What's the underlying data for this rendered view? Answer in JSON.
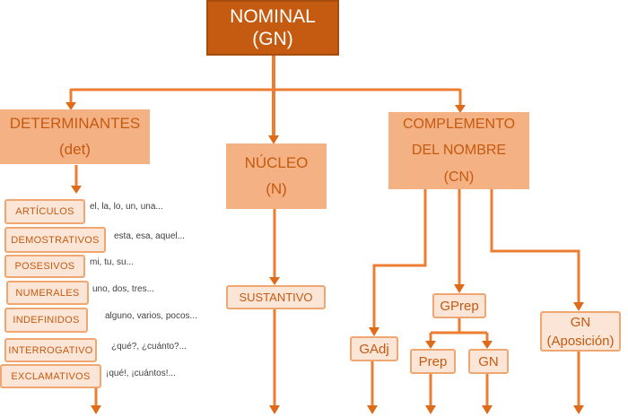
{
  "root": {
    "title": "NOMINAL",
    "subtitle": "(GN)"
  },
  "branches": {
    "determinantes": {
      "title": "DETERMINANTES",
      "subtitle": "(det)"
    },
    "nucleo": {
      "title": "NÚCLEO",
      "subtitle": "(N)"
    },
    "complemento": {
      "line1": "COMPLEMENTO",
      "line2": "DEL NOMBRE",
      "line3": "(CN)"
    }
  },
  "determiner_types": [
    {
      "label": "ARTÍCULOS",
      "examples": "el, la, lo, un, una..."
    },
    {
      "label": "DEMOSTRATIVOS",
      "examples": "esta, esa, aquel..."
    },
    {
      "label": "POSESIVOS",
      "examples": "mi, tu, su..."
    },
    {
      "label": "NUMERALES",
      "examples": "uno, dos, tres..."
    },
    {
      "label": "INDEFINIDOS",
      "examples": "alguno, varios, pocos..."
    },
    {
      "label": "INTERROGATIVO",
      "examples": "¿qué?, ¿cuánto?..."
    },
    {
      "label": "EXCLAMATIVOS",
      "examples": "¡qué!, ¡cuántos!..."
    }
  ],
  "nucleo_child": {
    "label": "SUSTANTIVO"
  },
  "cn_children": {
    "gadj": {
      "label": "GAdj"
    },
    "gprep": {
      "label": "GPrep"
    },
    "prep": {
      "label": "Prep"
    },
    "gn": {
      "label": "GN"
    },
    "gn_aposicion": {
      "line1": "GN",
      "line2": "(Aposición)"
    }
  },
  "colors": {
    "line": "#ED7D31",
    "head": "#DD6B1A",
    "dark-fill": "#C55A11",
    "dark-border": "#A54D10",
    "light-fill": "#F4B183",
    "pale-fill": "#FBE5D6",
    "pale-border": "#F0A671",
    "box-text": "#C55A11",
    "example-text": "#3F3F3F"
  }
}
